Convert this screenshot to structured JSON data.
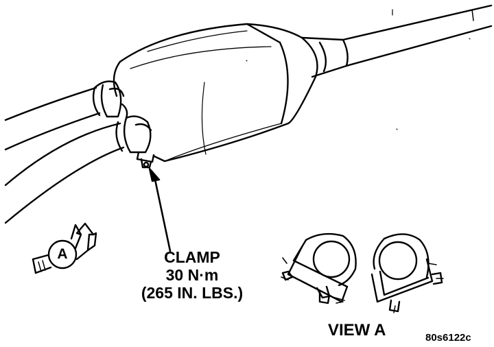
{
  "diagram": {
    "clamp_label": {
      "line1": "CLAMP",
      "line2": "30 N·m",
      "line3": "(265 IN. LBS.)"
    },
    "view_callout_letter": "A",
    "view_label": "VIEW A",
    "figure_id": "80s6122c"
  },
  "colors": {
    "ink": "#000000",
    "paper": "#ffffff"
  }
}
